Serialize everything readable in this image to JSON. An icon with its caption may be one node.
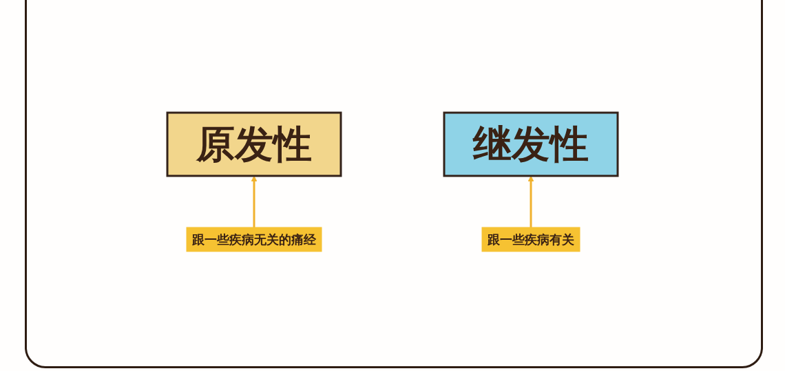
{
  "diagram": {
    "nodes": [
      {
        "text": [
          "原发性"
        ]
      },
      {
        "text": [
          "继发性"
        ]
      },
      {
        "text": [
          "跟一些疾病无关的痛经"
        ]
      },
      {
        "text": [
          "跟一些疾病有关"
        ]
      }
    ],
    "edges": [
      {
        "from": 2,
        "to": 0,
        "arrow": "to"
      },
      {
        "from": 3,
        "to": 1,
        "arrow": "to"
      }
    ]
  }
}
